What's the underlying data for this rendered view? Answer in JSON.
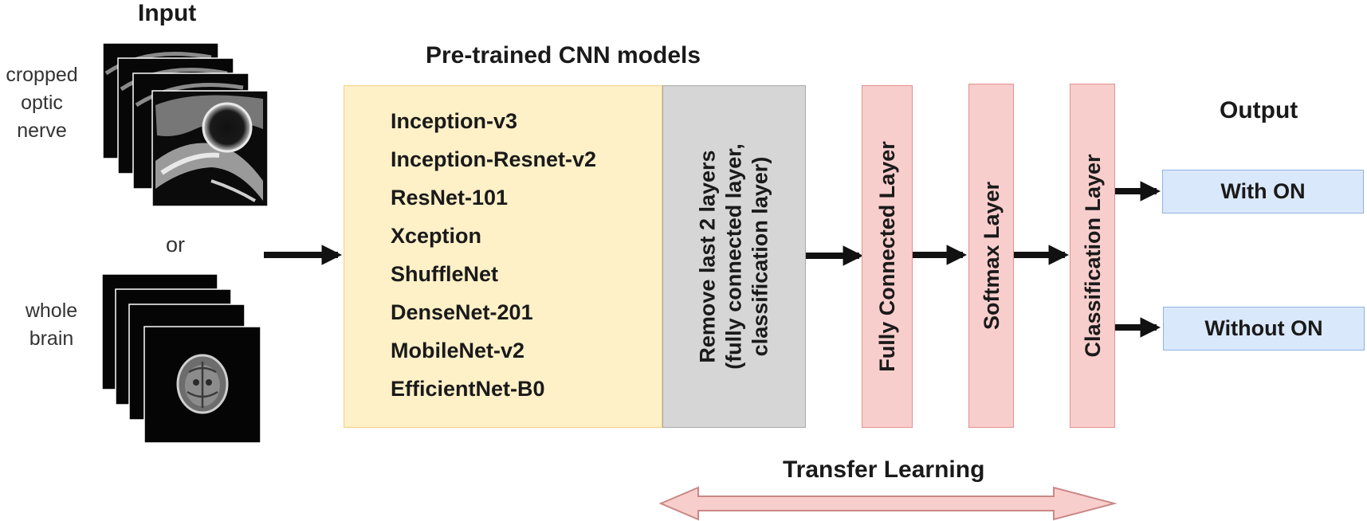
{
  "input": {
    "title": "Input",
    "optic_label": [
      "cropped",
      "optic",
      "nerve"
    ],
    "or_label": "or",
    "brain_label": [
      "whole",
      "brain"
    ]
  },
  "models": {
    "title": "Pre-trained CNN models",
    "items": [
      "Inception-v3",
      "Inception-Resnet-v2",
      "ResNet-101",
      "Xception",
      "ShuffleNet",
      "DenseNet-201",
      "MobileNet-v2",
      "EfficientNet-B0"
    ]
  },
  "remove_box": {
    "lines": [
      "Remove last 2 layers",
      "(fully connected layer,",
      "classification layer)"
    ]
  },
  "layers": {
    "fully_connected": "Fully Connected Layer",
    "softmax": "Softmax Layer",
    "classification": "Classification Layer"
  },
  "output": {
    "title": "Output",
    "with_on": "With ON",
    "without_on": "Without ON"
  },
  "transfer_learning": "Transfer Learning",
  "colors": {
    "models_fill": "#fef0c7",
    "remove_fill": "#d6d6d6",
    "layer_fill": "#f8cecc",
    "output_fill": "#dae8fc",
    "arrow": "#111111"
  }
}
